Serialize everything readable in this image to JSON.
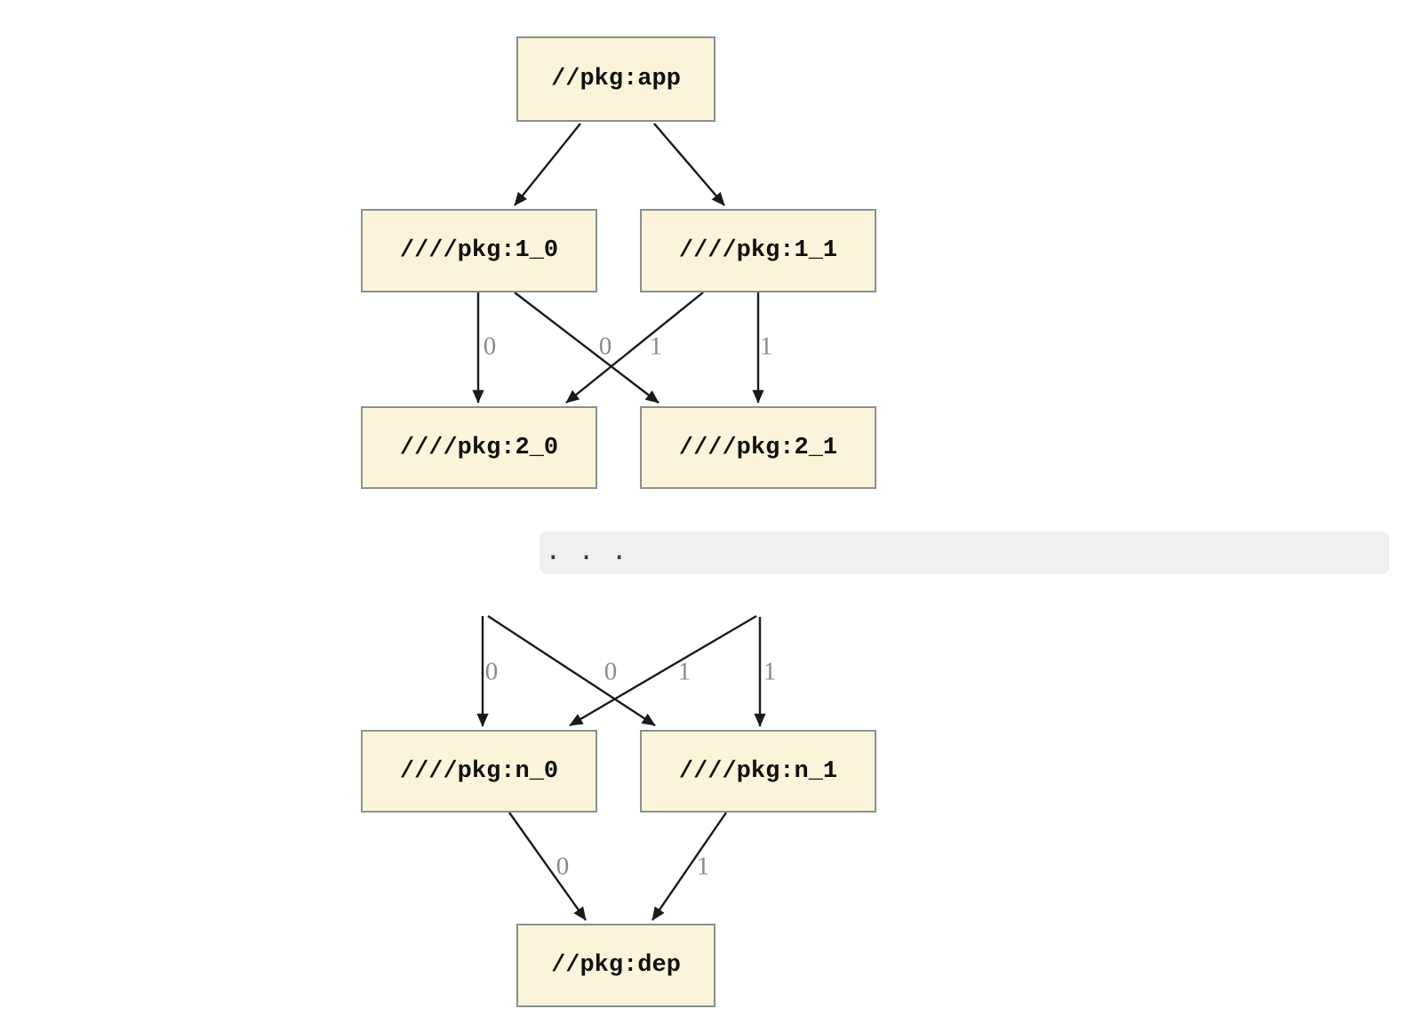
{
  "colors": {
    "page_bg": "#ffffff",
    "node_fill": "#fbf4da",
    "node_border": "#8a918f",
    "node_text": "#111111",
    "edge": "#1a1a1a",
    "edge_label": "#8b8b8b",
    "ellipsis_band_bg": "#f0f0f0",
    "ellipsis_text": "#3a3a3a"
  },
  "upper_graph": {
    "nodes": {
      "app": "//pkg:app",
      "n1_0": "////pkg:1_0",
      "n1_1": "////pkg:1_1",
      "n2_0": "////pkg:2_0",
      "n2_1": "////pkg:2_1"
    },
    "edge_labels": {
      "e_1_0_to_2_0": "0",
      "e_1_1_to_2_0": "0",
      "e_1_0_to_2_1": "1",
      "e_1_1_to_2_1": "1"
    }
  },
  "ellipsis": ". . .",
  "lower_graph": {
    "nodes": {
      "nn_0": "////pkg:n_0",
      "nn_1": "////pkg:n_1",
      "dep": "//pkg:dep"
    },
    "edge_labels": {
      "e_vert_to_n_0": "0",
      "e_cross_to_n_0": "0",
      "e_cross_to_n_1": "1",
      "e_vert_to_n_1": "1",
      "e_n_0_to_dep": "0",
      "e_n_1_to_dep": "1"
    }
  }
}
